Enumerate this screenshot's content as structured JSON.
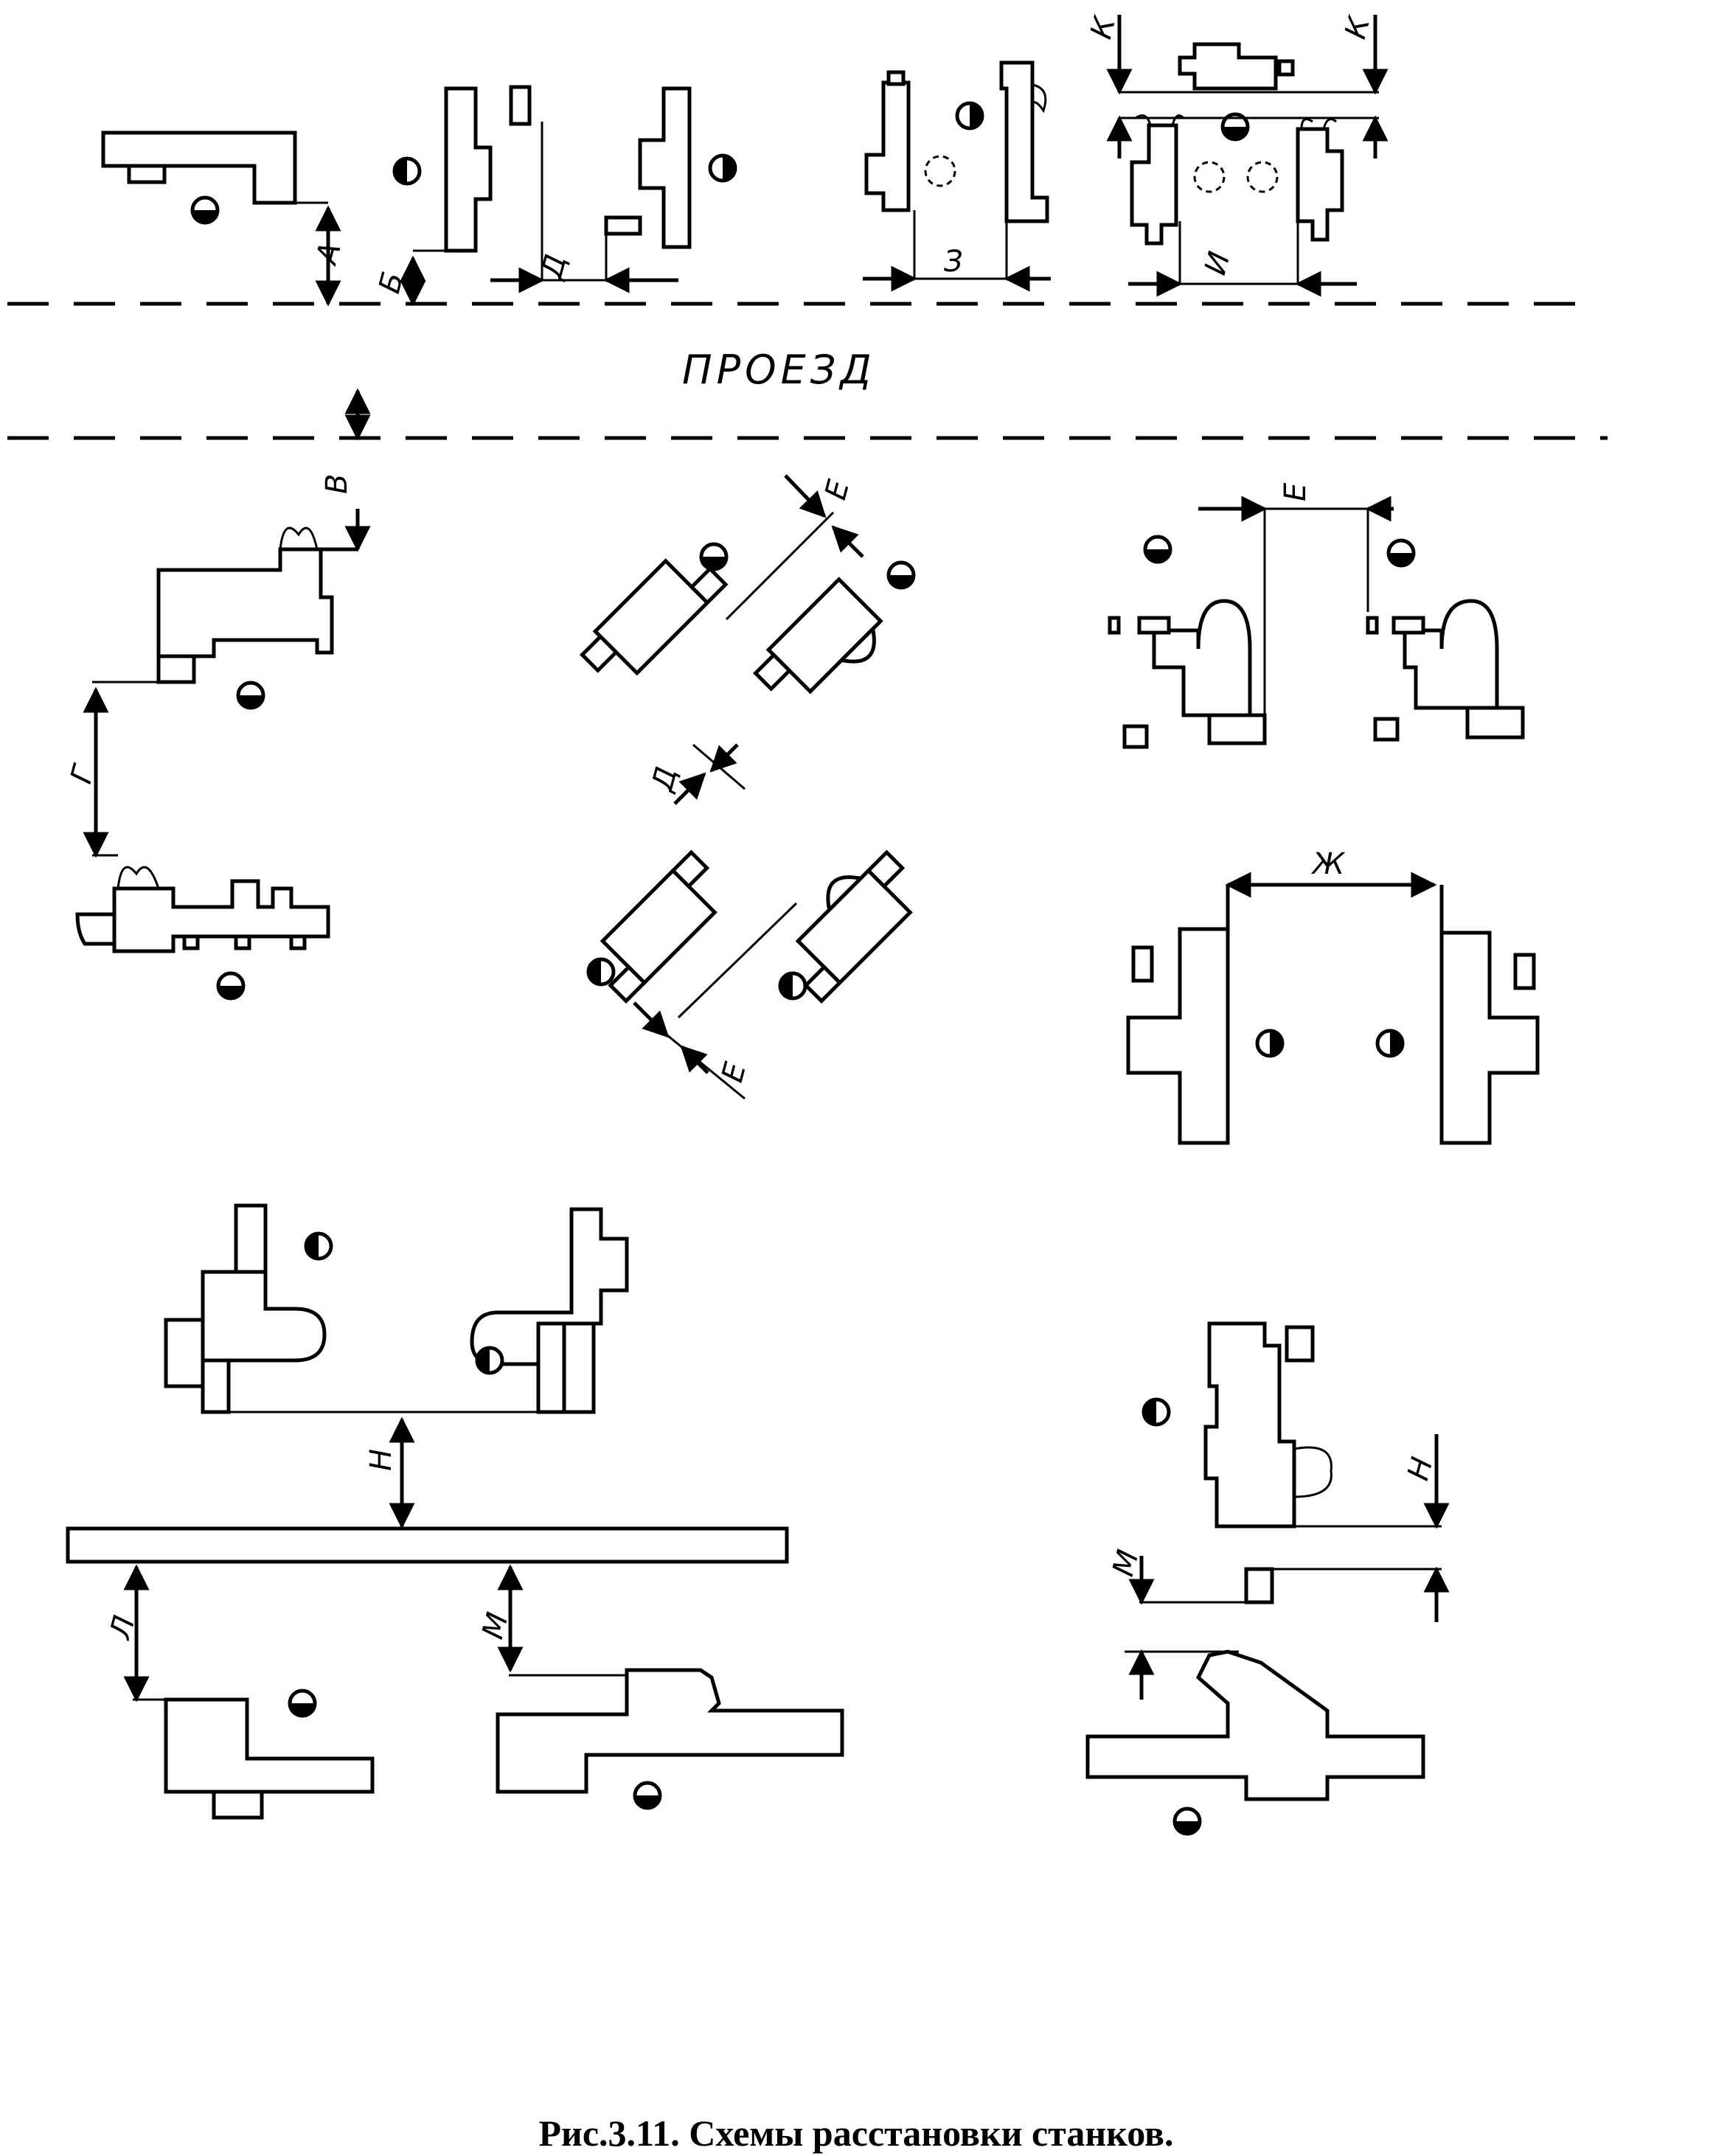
{
  "caption": "Рис.3.11. Схемы расстановки станков.",
  "aisle_label": "ПРОЕЗД",
  "dimension_labels": {
    "a": "А",
    "b": "Б",
    "v": "В",
    "g": "Г",
    "d": "Д",
    "e": "Е",
    "zh": "Ж",
    "z": "З",
    "i": "И",
    "k": "К",
    "l": "Л",
    "m": "М",
    "n": "Н"
  }
}
